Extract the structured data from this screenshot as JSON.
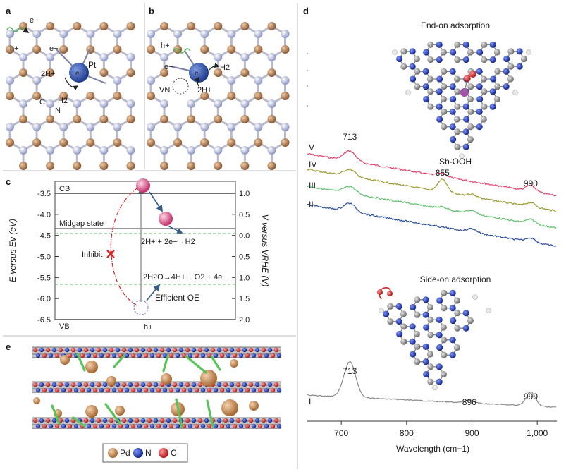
{
  "panels": {
    "a": {
      "label": "a",
      "labels": {
        "h_plus": "h+",
        "e1": "e−",
        "e2": "e−",
        "e_pt": "e−",
        "pt": "Pt",
        "two_h": "2H+",
        "h2": "H2",
        "c": "C",
        "n": "N"
      }
    },
    "b": {
      "label": "b",
      "labels": {
        "h_plus": "h+",
        "e1": "e−",
        "e_pt": "e−",
        "h2": "H2",
        "two_h": "2H+",
        "vn": "VN"
      }
    },
    "c": {
      "label": "c",
      "left_ticks": [
        "-3.5",
        "-4.0",
        "-4.5",
        "-5.0",
        "-5.5",
        "-6.0",
        "-6.5"
      ],
      "right_ticks": [
        "1.0",
        "0.5",
        "0.0",
        "0.5",
        "1.0",
        "1.5",
        "2.0"
      ],
      "cb": "CB",
      "vb": "VB",
      "midgap": "Midgap state",
      "inhibit": "Inhibit",
      "her": "2H+ + 2e−→H2",
      "oer": "2H2O→4H+ + O2 + 4e−",
      "efficient": "Efficient OE",
      "hplus": "h+",
      "ylabel_left": "E versus Ev (eV)",
      "ylabel_right": "V versus VRHE (V)"
    },
    "d": {
      "label": "d",
      "end_on": "End-on adsorption",
      "side_on": "Side-on adsorption",
      "species": "Sb-OOH",
      "xlabel": "Wavelength (cm−1)",
      "xticks": [
        "700",
        "800",
        "900",
        "1,000"
      ],
      "xlim": [
        648,
        1030
      ],
      "series_labels": [
        "V",
        "IV",
        "III",
        "II",
        "I"
      ],
      "peak_labels": [
        "713",
        "855",
        "990",
        "713",
        "896",
        "990"
      ],
      "colors": {
        "V": "#e8406a",
        "IV": "#9a9a2e",
        "III": "#5cc06a",
        "II": "#2a4f9c",
        "I": "#8a8a8a"
      }
    },
    "e": {
      "label": "e",
      "legend": [
        {
          "name": "Pd",
          "color": "#c8864a"
        },
        {
          "name": "N",
          "color": "#2a49a8"
        },
        {
          "name": "C",
          "color": "#d42a2a"
        }
      ]
    }
  }
}
